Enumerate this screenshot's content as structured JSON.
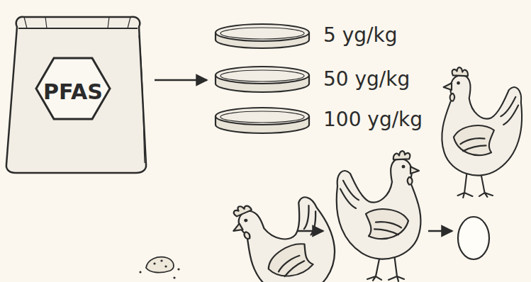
{
  "diagram": {
    "nodes": [
      {
        "text": [
          "PFAS"
        ]
      },
      {
        "text": [
          "5 yg/kg"
        ]
      },
      {
        "text": [
          "50 yg/kg"
        ]
      },
      {
        "text": [
          "100 yg/kg"
        ]
      }
    ],
    "edges": [
      {
        "from": 0,
        "to": 2,
        "arrow": "to"
      }
    ]
  }
}
